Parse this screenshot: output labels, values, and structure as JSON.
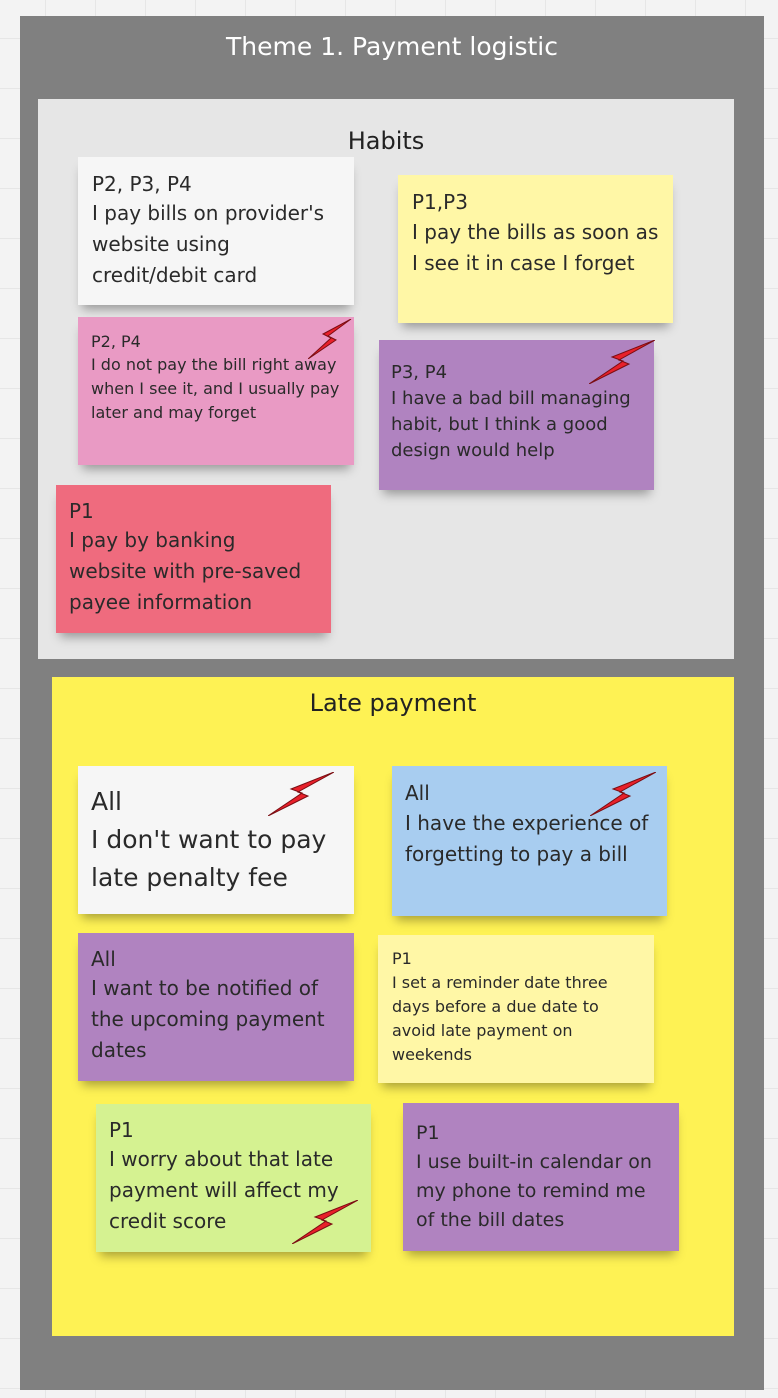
{
  "frame": {
    "title": "Theme 1. Payment logistic"
  },
  "habits": {
    "title": "Habits",
    "notes": [
      {
        "tag": "P2, P3, P4",
        "text": "I pay bills on provider's website using credit/debit card",
        "color": "#f6f6f6",
        "flagged": false
      },
      {
        "tag": "P1,P3",
        "text": "I pay the bills as soon as I see it in case I forget",
        "color": "#fff7a6",
        "flagged": false
      },
      {
        "tag": "P2, P4",
        "text": "I do not pay the bill right away when I see it, and I usually pay later and may forget",
        "color": "#e99ac4",
        "flagged": true
      },
      {
        "tag": "P3, P4",
        "text": "I have a bad bill managing habit, but I think a good design would help",
        "color": "#b083c0",
        "flagged": true
      },
      {
        "tag": "P1",
        "text": "I pay by banking website with pre-saved payee information",
        "color": "#ef6b7e",
        "flagged": false
      }
    ]
  },
  "late_payment": {
    "title": "Late payment",
    "notes": [
      {
        "tag": "All",
        "text": "I don't want to pay late penalty fee",
        "color": "#f6f6f6",
        "flagged": true
      },
      {
        "tag": "All",
        "text": "I have the experience of forgetting to pay a bill",
        "color": "#a8cdf0",
        "flagged": true
      },
      {
        "tag": "All",
        "text": "I want to be notified of the upcoming payment dates",
        "color": "#b083c0",
        "flagged": false
      },
      {
        "tag": "P1",
        "text": "I set a reminder date three days before a due date to avoid late payment on weekends",
        "color": "#fff7a6",
        "flagged": false
      },
      {
        "tag": "P1",
        "text": "I worry about that late payment will affect my credit score",
        "color": "#d5f291",
        "flagged": true
      },
      {
        "tag": "P1",
        "text": "I use built-in calendar on my phone to remind me of the bill dates",
        "color": "#b083c0",
        "flagged": false
      }
    ]
  },
  "colors": {
    "frame": "#808080",
    "habits_section": "#e6e6e6",
    "late_section": "#fef254",
    "lightning": "#e8202a"
  },
  "icons": {
    "flag": "lightning-icon"
  }
}
